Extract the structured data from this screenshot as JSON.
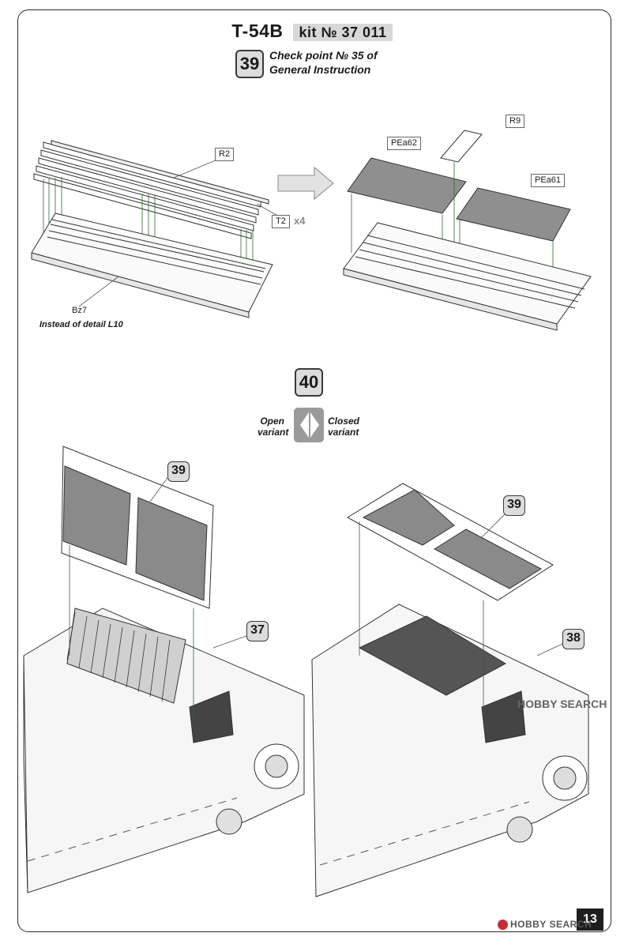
{
  "header": {
    "model": "T-54B",
    "kit": "kit № 37 011"
  },
  "step39": {
    "number": "39",
    "instruction_line1": "Check point № 35 of",
    "instruction_line2": "General Instruction",
    "parts": {
      "r2": "R2",
      "t2": "T2",
      "t2_qty": "x4",
      "bz7": "Bz7",
      "bz7_note": "Instead of detail L10",
      "r9": "R9",
      "pea62": "PEa62",
      "pea61": "PEa61"
    }
  },
  "step40": {
    "number": "40",
    "open_variant_line1": "Open",
    "open_variant_line2": "variant",
    "closed_variant_line1": "Closed",
    "closed_variant_line2": "variant",
    "callouts": {
      "left_top": "39",
      "left_sub": "37",
      "right_top": "39",
      "right_sub": "38"
    }
  },
  "page_number": "13",
  "watermarks": {
    "corner": "HOBBY SEARCH",
    "mid": "HOBBY SEARCH"
  }
}
